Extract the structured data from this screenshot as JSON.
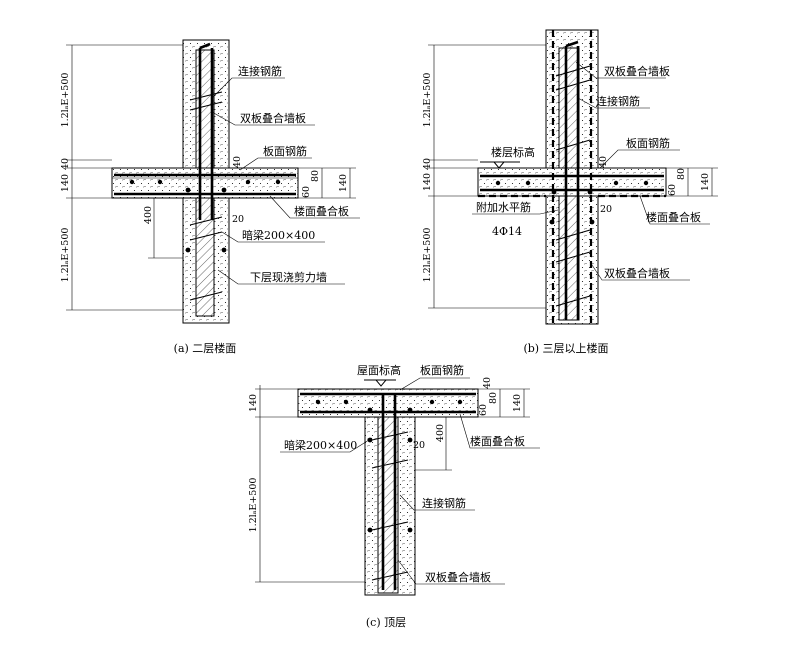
{
  "panels": {
    "a": {
      "caption": "(a) 二层楼面",
      "labels": {
        "connect_rebar": "连接钢筋",
        "double_wall": "双板叠合墙板",
        "top_rebar": "板面钢筋",
        "floor_slab": "楼面叠合板",
        "hidden_beam": "暗梁200×400",
        "lower_wall": "下层现浇剪力墙"
      },
      "dims": {
        "upper": "1.2lₐE+500",
        "lower": "1.2lₐE+500",
        "d140": "140",
        "d40": "40",
        "d400": "400",
        "d20": "20",
        "d40b": "40",
        "d60": "60",
        "d80": "80",
        "d140r": "140"
      }
    },
    "b": {
      "caption": "(b) 三层以上楼面",
      "labels": {
        "double_wall_top": "双板叠合墙板",
        "connect_rebar": "连接钢筋",
        "floor_level": "楼层标高",
        "top_rebar": "板面钢筋",
        "extra_bar": "附加水平筋",
        "extra_bar_spec": "4Φ14",
        "floor_slab": "楼面叠合板",
        "double_wall_bottom": "双板叠合墙板"
      },
      "dims": {
        "upper": "1.2lₐE+500",
        "lower": "1.2lₐE+500",
        "d140": "140",
        "d40": "40",
        "d20": "20",
        "d40b": "40",
        "d60": "60",
        "d80": "80",
        "d140r": "140"
      }
    },
    "c": {
      "caption": "(c) 顶层",
      "labels": {
        "roof_level": "屋面标高",
        "top_rebar": "板面钢筋",
        "floor_slab": "楼面叠合板",
        "hidden_beam": "暗梁200×400",
        "connect_rebar": "连接钢筋",
        "double_wall": "双板叠合墙板"
      },
      "dims": {
        "lower": "1.2lₐE+500",
        "d140": "140",
        "d400": "400",
        "d20": "20",
        "d40": "40",
        "d60": "60",
        "d80": "80",
        "d140r": "140"
      }
    }
  }
}
